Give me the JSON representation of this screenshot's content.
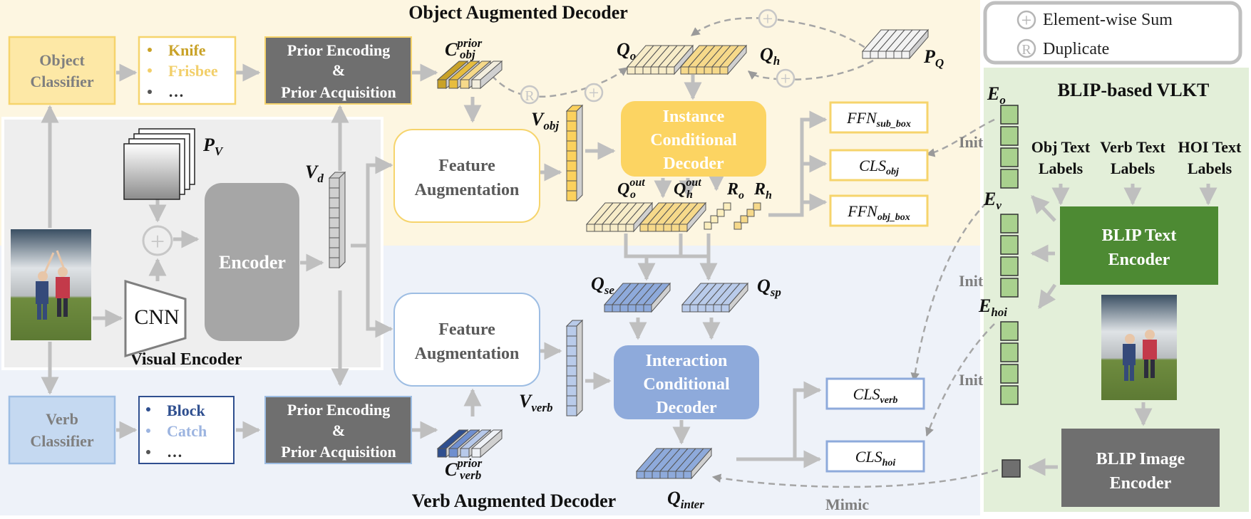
{
  "titles": {
    "object_decoder": "Object Augmented Decoder",
    "verb_decoder": "Verb Augmented Decoder",
    "visual_encoder": "Visual  Encoder",
    "blip_vlkt": "BLIP-based VLKT"
  },
  "legend": {
    "sum": "Element-wise Sum",
    "duplicate": "Duplicate",
    "sum_glyph": "+",
    "dup_glyph": "R"
  },
  "boxes": {
    "object_classifier": [
      "Object",
      "Classifier"
    ],
    "verb_classifier": [
      "Verb",
      "Classifier"
    ],
    "prior_encoding": [
      "Prior Encoding",
      "&",
      "Prior Acquisition"
    ],
    "encoder": "Encoder",
    "cnn": "CNN",
    "feature_augmentation": [
      "Feature",
      "Augmentation"
    ],
    "instance_decoder": [
      "Instance",
      "Conditional",
      "Decoder"
    ],
    "interaction_decoder": [
      "Interaction",
      "Conditional",
      "Decoder"
    ],
    "blip_text_encoder": [
      "BLIP Text",
      "Encoder"
    ],
    "blip_image_encoder": [
      "BLIP Image",
      "Encoder"
    ]
  },
  "object_list": {
    "item1": "Knife",
    "item2": "Frisbee",
    "item3": "…",
    "color1": "#c9a227",
    "color2": "#f2cf6a"
  },
  "verb_list": {
    "item1": "Block",
    "item2": "Catch",
    "item3": "…",
    "color1": "#2f4f8f",
    "color2": "#9cb4e0"
  },
  "heads": {
    "ffn_sub": {
      "main": "FFN",
      "sub": "sub_box"
    },
    "cls_obj": {
      "main": "CLS",
      "sub": "obj"
    },
    "ffn_obj": {
      "main": "FFN",
      "sub": "obj_box"
    },
    "cls_verb": {
      "main": "CLS",
      "sub": "verb"
    },
    "cls_hoi": {
      "main": "CLS",
      "sub": "hoi"
    }
  },
  "symbols": {
    "c_obj": {
      "main": "C",
      "sup": "prior",
      "sub": "obj"
    },
    "c_verb": {
      "main": "C",
      "sup": "prior",
      "sub": "verb"
    },
    "q_o": {
      "main": "Q",
      "sub": "o"
    },
    "q_h": {
      "main": "Q",
      "sub": "h"
    },
    "p_q": {
      "main": "P",
      "sub": "Q"
    },
    "p_v": {
      "main": "P",
      "sub": "V"
    },
    "v_d": {
      "main": "V",
      "sub": "d"
    },
    "v_obj": {
      "main": "V",
      "sub": "obj"
    },
    "v_verb": {
      "main": "V",
      "sub": "verb"
    },
    "q_o_out": {
      "main": "Q",
      "sup": "out",
      "sub": "o"
    },
    "q_h_out": {
      "main": "Q",
      "sup": "out",
      "sub": "h"
    },
    "r_o": {
      "main": "R",
      "sub": "o"
    },
    "r_h": {
      "main": "R",
      "sub": "h"
    },
    "q_se": {
      "main": "Q",
      "sub": "se"
    },
    "q_sp": {
      "main": "Q",
      "sub": "sp"
    },
    "q_inter": {
      "main": "Q",
      "sub": "inter"
    },
    "e_o": {
      "main": "E",
      "sub": "o"
    },
    "e_v": {
      "main": "E",
      "sub": "v"
    },
    "e_hoi": {
      "main": "E",
      "sub": "hoi"
    }
  },
  "text_labels": {
    "obj": [
      "Obj Text",
      "Labels"
    ],
    "verb": [
      "Verb Text",
      "Labels"
    ],
    "hoi": [
      "HOI Text",
      "Labels"
    ]
  },
  "misc": {
    "init": "Init",
    "mimic": "Mimic"
  },
  "colors": {
    "obj_bg": "#fdf6e1",
    "verb_bg": "#eef2f9",
    "visual_bg": "#eeeeee",
    "blip_bg": "#e3efd9",
    "yellow_box": "#fde8a6",
    "yellow_border": "#f6d46c",
    "instance_decoder": "#fcd462",
    "blue_box": "#c5d9f1",
    "blue_border": "#9dbde3",
    "interaction_decoder": "#8eaadb",
    "dark_gray": "#6f6f6f",
    "green_dark": "#4d8a33",
    "green_cell": "#a9d18e",
    "arrow_gray": "#bfbfbf"
  }
}
